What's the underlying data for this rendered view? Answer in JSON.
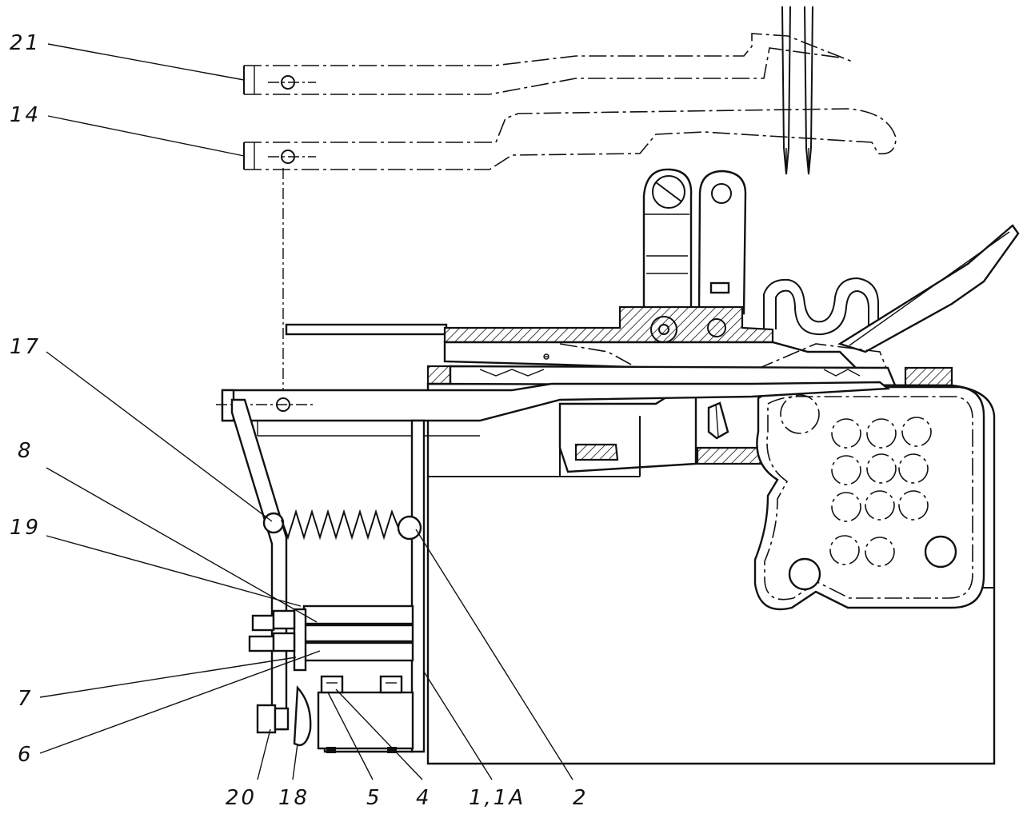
{
  "labels": {
    "l21": "21",
    "l14": "14",
    "l17": "17",
    "l8": "8",
    "l19": "19",
    "l7": "7",
    "l6": "6",
    "l20": "20",
    "l18": "18",
    "l5": "5",
    "l4": "4",
    "l1": "1,1A",
    "l2": "2"
  }
}
